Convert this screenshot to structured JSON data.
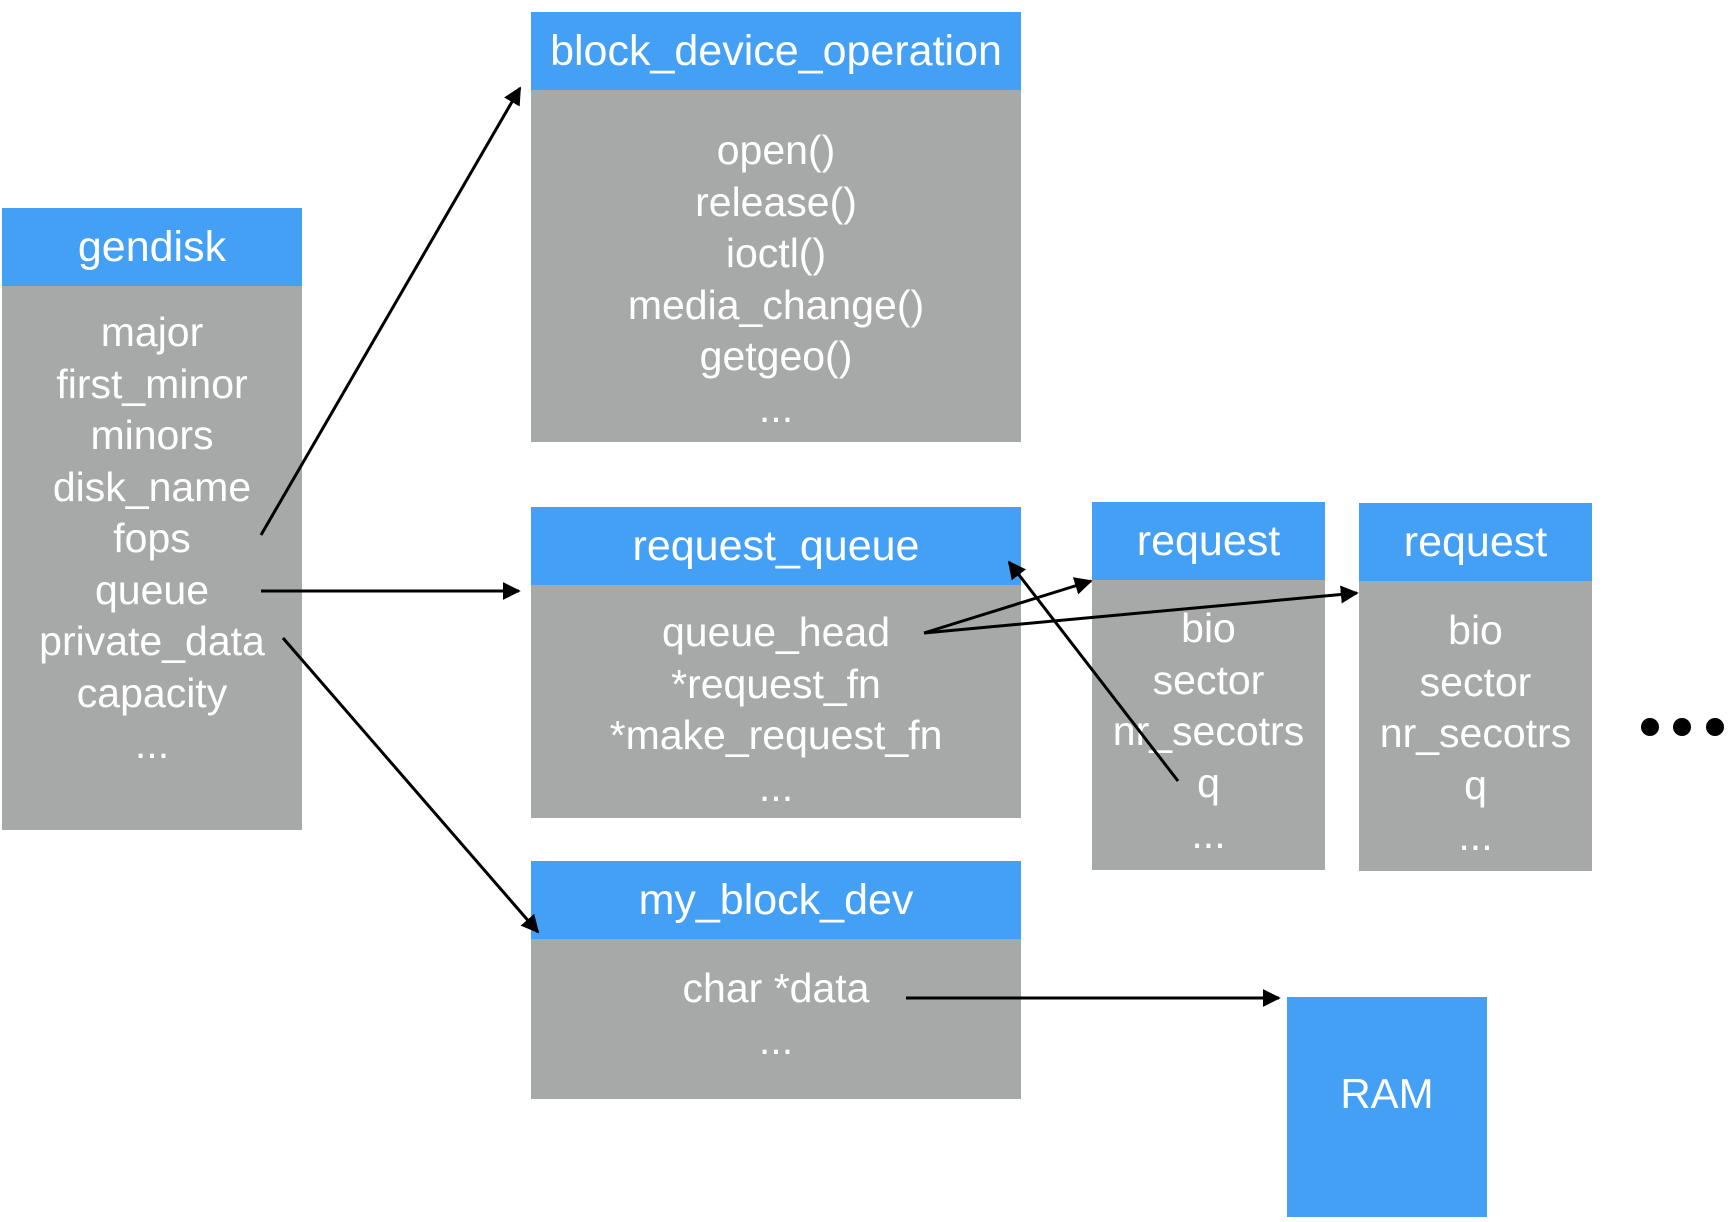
{
  "gendisk": {
    "title": "gendisk",
    "fields": [
      "major",
      "first_minor",
      "minors",
      "disk_name",
      "fops",
      "queue",
      "private_data",
      "capacity",
      "..."
    ]
  },
  "block_device_operation": {
    "title": "block_device_operation",
    "fields": [
      "open()",
      "release()",
      "ioctl()",
      "media_change()",
      "getgeo()",
      "..."
    ]
  },
  "request_queue": {
    "title": "request_queue",
    "fields": [
      "queue_head",
      "*request_fn",
      "*make_request_fn",
      "..."
    ]
  },
  "my_block_dev": {
    "title": "my_block_dev",
    "fields": [
      "char *data",
      "..."
    ]
  },
  "request_1": {
    "title": "request",
    "fields": [
      "bio",
      "sector",
      "nr_secotrs",
      "q",
      "..."
    ]
  },
  "request_2": {
    "title": "request",
    "fields": [
      "bio",
      "sector",
      "nr_secotrs",
      "q",
      "..."
    ]
  },
  "ram": {
    "label": "RAM"
  },
  "colors": {
    "header": "#43a0f5",
    "body": "#a7a8a8",
    "text": "#ffffff",
    "arrow": "#000000"
  }
}
